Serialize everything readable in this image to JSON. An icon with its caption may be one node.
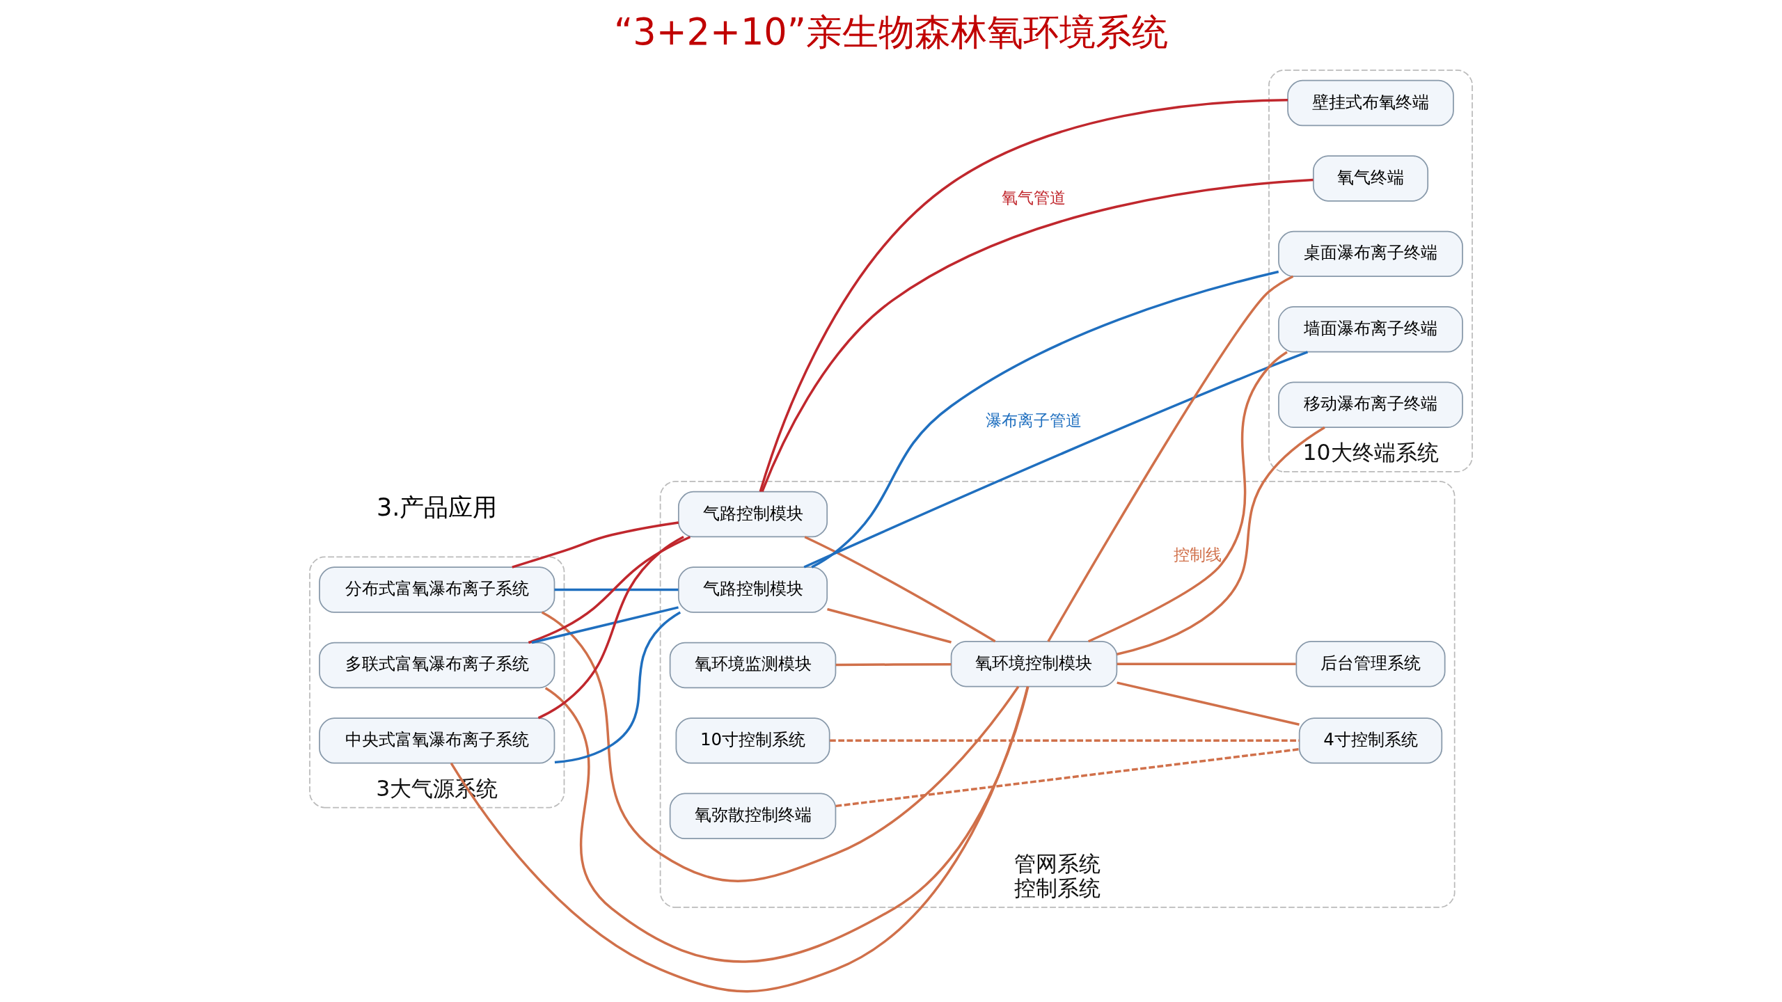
{
  "diagram": {
    "title": "“3+2+10”亲生物森林氧环境系统",
    "nodes": [
      {
        "text": [
          "3大气源系统"
        ]
      },
      {
        "text": [
          "分布式富氧瀑布离子系统"
        ],
        "in": 0
      },
      {
        "text": [
          "多联式富氧瀑布离子系统"
        ],
        "in": 0
      },
      {
        "text": [
          "中央式富氧瀑布离子系统"
        ],
        "in": 0
      },
      {
        "text": [
          "管网系统",
          "控制系统"
        ]
      },
      {
        "text": [
          "气路控制模块"
        ],
        "in": 4
      },
      {
        "text": [
          "气路控制模块"
        ],
        "in": 4
      },
      {
        "text": [
          "氧环境监测模块"
        ],
        "in": 4
      },
      {
        "text": [
          "氧环境控制模块"
        ],
        "in": 4
      },
      {
        "text": [
          "10寸控制系统"
        ],
        "in": 4
      },
      {
        "text": [
          "4寸控制系统"
        ],
        "in": 4
      },
      {
        "text": [
          "后台管理系统"
        ],
        "in": 4
      },
      {
        "text": [
          "氧弥散控制终端"
        ],
        "in": 4
      },
      {
        "text": [
          "10大终端系统"
        ]
      },
      {
        "text": [
          "氧气终端"
        ],
        "in": 13
      },
      {
        "text": [
          "壁挂式布氧终端"
        ],
        "in": 13
      },
      {
        "text": [
          "墙面瀑布离子终端"
        ],
        "in": 13
      },
      {
        "text": [
          "桌面瀑布离子终端"
        ],
        "in": 13
      },
      {
        "text": [
          "移动瀑布离子终端"
        ],
        "in": 13
      }
    ],
    "edges": [
      {
        "from": 1,
        "to": 5,
        "arrow": "none",
        "color": "#c0272d"
      },
      {
        "from": 2,
        "to": 5,
        "arrow": "none",
        "color": "#c0272d"
      },
      {
        "from": 3,
        "to": 5,
        "arrow": "none",
        "color": "#c0272d"
      },
      {
        "from": 1,
        "to": 6,
        "arrow": "none",
        "color": "#1f6fbf"
      },
      {
        "from": 2,
        "to": 6,
        "arrow": "none",
        "color": "#1f6fbf"
      },
      {
        "from": 3,
        "to": 6,
        "arrow": "none",
        "color": "#1f6fbf"
      },
      {
        "from": 1,
        "to": 8,
        "arrow": "none"
      },
      {
        "from": 2,
        "to": 8,
        "arrow": "none"
      },
      {
        "from": 3,
        "to": 8,
        "arrow": "none"
      },
      {
        "from": 5,
        "to": 8,
        "arrow": "none"
      },
      {
        "from": 6,
        "to": 8,
        "arrow": "none"
      },
      {
        "from": 7,
        "to": 8,
        "arrow": "none"
      },
      {
        "from": 8,
        "to": 10,
        "arrow": "none"
      },
      {
        "from": 8,
        "to": 11,
        "arrow": "none"
      },
      {
        "from": 9,
        "to": 10,
        "arrow": "none",
        "style": "dashed"
      },
      {
        "from": 12,
        "to": 10,
        "arrow": "none",
        "style": "dashed"
      },
      {
        "from": 5,
        "to": 14,
        "arrow": "none",
        "label": "氧气管道",
        "color": "#c0272d"
      },
      {
        "from": 5,
        "to": 15,
        "arrow": "none",
        "color": "#c0272d"
      },
      {
        "from": 6,
        "to": 16,
        "arrow": "none",
        "label": "瀑布离子管道",
        "color": "#1f6fbf"
      },
      {
        "from": 6,
        "to": 17,
        "arrow": "none",
        "color": "#1f6fbf"
      },
      {
        "from": 8,
        "to": 16,
        "arrow": "none",
        "label": "控制线"
      },
      {
        "from": 8,
        "to": 17,
        "arrow": "none"
      },
      {
        "from": 8,
        "to": 18,
        "arrow": "none"
      }
    ],
    "labels": [
      "3.产品应用"
    ]
  }
}
